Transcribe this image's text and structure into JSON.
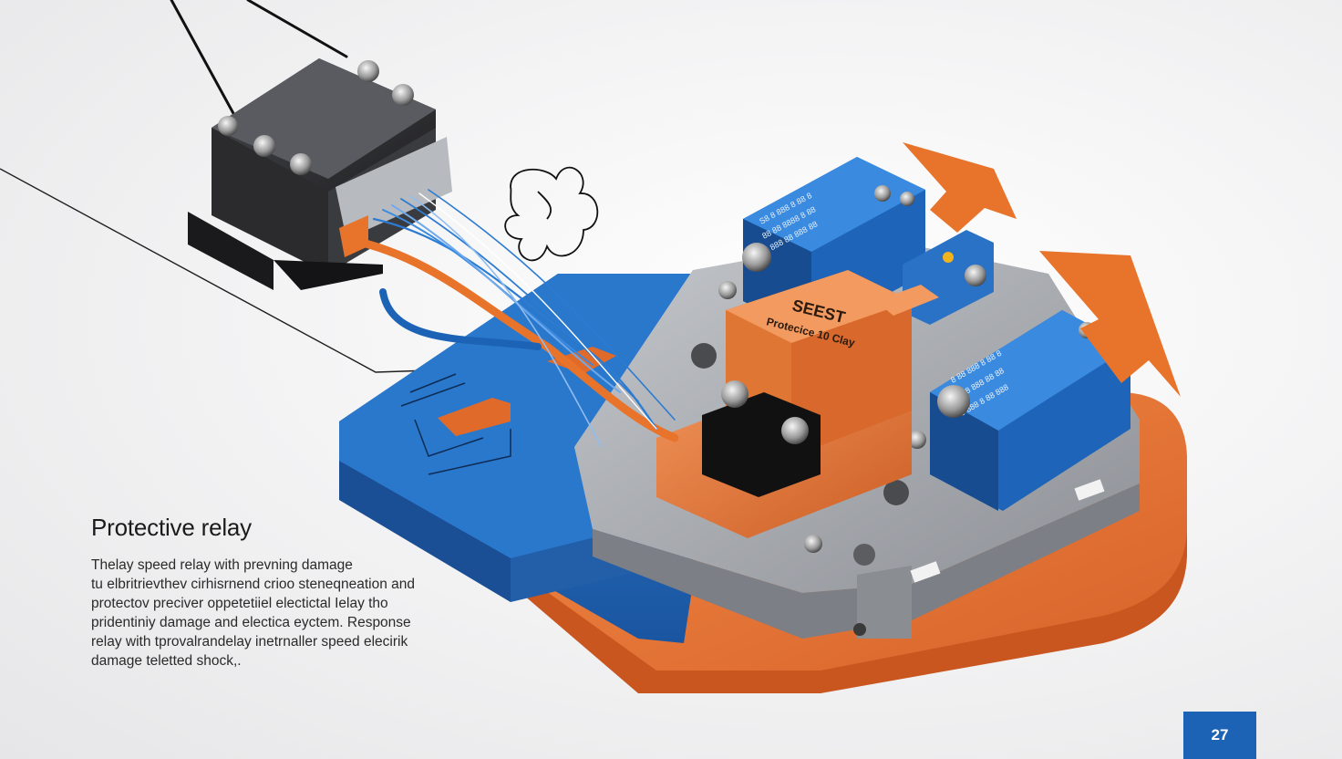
{
  "title": "Protective relay",
  "description_lines": [
    "Thelay speed relay with prevning damage",
    "tu elbritrievthev cirhisrnend crioo steneqneation and",
    "protectov preciver oppetetiiel electictal Ielay tho",
    "pridentiniy damage and electica eyctem. Response",
    "relay with tprovalrandelay inetrnaller speed elecirik",
    "damage teletted shock,."
  ],
  "device_label": {
    "line1": "SEEST",
    "line2": "Protecice 10 Clay"
  },
  "page_number": "27",
  "colors": {
    "accent_blue": "#1d63b5",
    "accent_orange": "#e8742c",
    "housing_grey": "#a8abb0",
    "dark_relay": "#2c2c2e"
  },
  "icons": [
    "relay-block-icon",
    "smoke-icon",
    "arrow-up-icon",
    "terminal-screw-icon"
  ]
}
